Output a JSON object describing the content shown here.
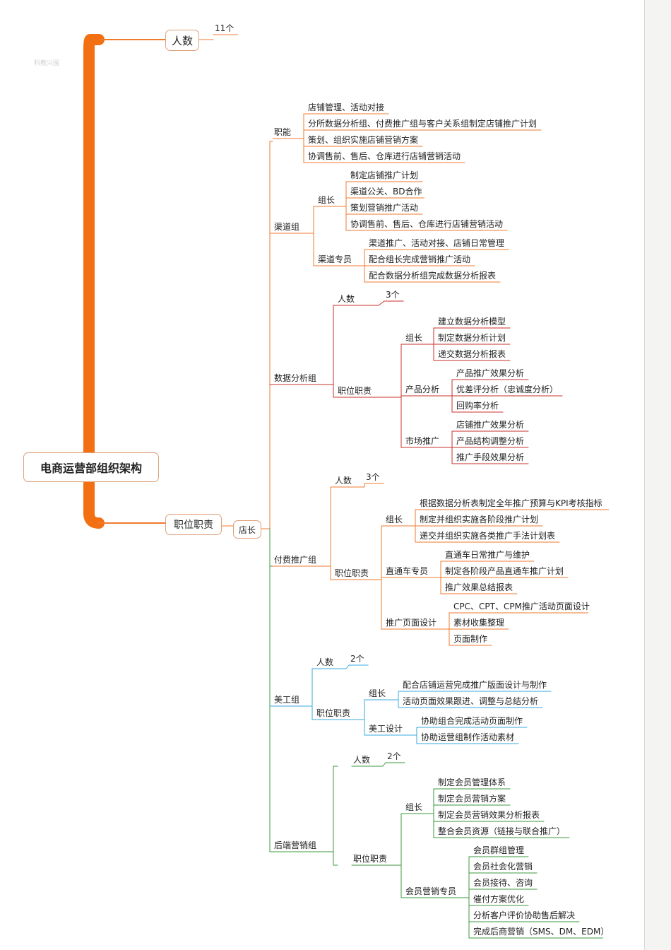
{
  "watermark": "科教兴国",
  "colors": {
    "orange": "#f07a2c",
    "spine": "#f26f12",
    "red": "#c9302c",
    "green": "#3c9a3c",
    "blue": "#39a9e0",
    "box_border": "#e0a07a"
  },
  "root": "电商运营部组织架构",
  "top": {
    "headcount": "人数",
    "headcount_value": "11个",
    "duties": "职位职责"
  },
  "manager": "店长",
  "groups": {
    "duty": {
      "label": "职能",
      "items": [
        "店铺管理、活动对接",
        "分所数据分析组、付费推广组与客户关系组制定店铺推广计划",
        "策划、组织实施店铺营销方案",
        "协调售前、售后、仓库进行店铺营销活动"
      ]
    },
    "channel": {
      "label": "渠道组",
      "leader": {
        "label": "组长",
        "items": [
          "制定店铺推广计划",
          "渠道公关、BD合作",
          "策划营销推广活动",
          "协调售前、售后、仓库进行店铺营销活动"
        ]
      },
      "specialist": {
        "label": "渠道专员",
        "items": [
          "渠道推广、活动对接、店铺日常管理",
          "配合组长完成营销推广活动",
          "配合数据分析组完成数据分析报表"
        ]
      }
    },
    "data": {
      "label": "数据分析组",
      "headcount": "人数",
      "headcount_value": "3个",
      "duties": "职位职责",
      "leader": {
        "label": "组长",
        "items": [
          "建立数据分析模型",
          "制定数据分析计划",
          "递交数据分析报表"
        ]
      },
      "product": {
        "label": "产品分析",
        "items": [
          "产品推广效果分析",
          "优差评分析（忠诚度分析）",
          "回购率分析"
        ]
      },
      "market": {
        "label": "市场推广",
        "items": [
          "店铺推广效果分析",
          "产品结构调整分析",
          "推广手段效果分析"
        ]
      }
    },
    "paid": {
      "label": "付费推广组",
      "headcount": "人数",
      "headcount_value": "3个",
      "duties": "职位职责",
      "leader": {
        "label": "组长",
        "items": [
          "根据数据分析表制定全年推广预算与KPI考核指标",
          "制定并组织实施各阶段推广计划",
          "递交并组织实施各类推广手法计划表"
        ]
      },
      "ztc": {
        "label": "直通车专员",
        "items": [
          "直通车日常推广与维护",
          "制定各阶段产品直通车推广计划",
          "推广效果总结报表"
        ]
      },
      "page": {
        "label": "推广页面设计",
        "items": [
          "CPC、CPT、CPM推广活动页面设计",
          "素材收集整理",
          "页面制作"
        ]
      }
    },
    "art": {
      "label": "美工组",
      "headcount": "人数",
      "headcount_value": "2个",
      "duties": "职位职责",
      "leader": {
        "label": "组长",
        "items": [
          "配合店铺运营完成推广版面设计与制作",
          "活动页面效果跟进、调整与总结分析"
        ]
      },
      "designer": {
        "label": "美工设计",
        "items": [
          "协助组合完成活动页面制作",
          "协助运营组制作活动素材"
        ]
      }
    },
    "crm": {
      "label": "后端营销组",
      "headcount": "人数",
      "headcount_value": "2个",
      "duties": "职位职责",
      "leader": {
        "label": "组长",
        "items": [
          "制定会员管理体系",
          "制定会员营销方案",
          "制定会员营销效果分析报表",
          "整合会员资源（链接与联合推广）"
        ]
      },
      "member": {
        "label": "会员营销专员",
        "items": [
          "会员群组管理",
          "会员社会化营销",
          "会员接待、咨询",
          "催付方案优化",
          "分析客户评价协助售后解决",
          "完成后商营销（SMS、DM、EDM）"
        ]
      }
    }
  }
}
